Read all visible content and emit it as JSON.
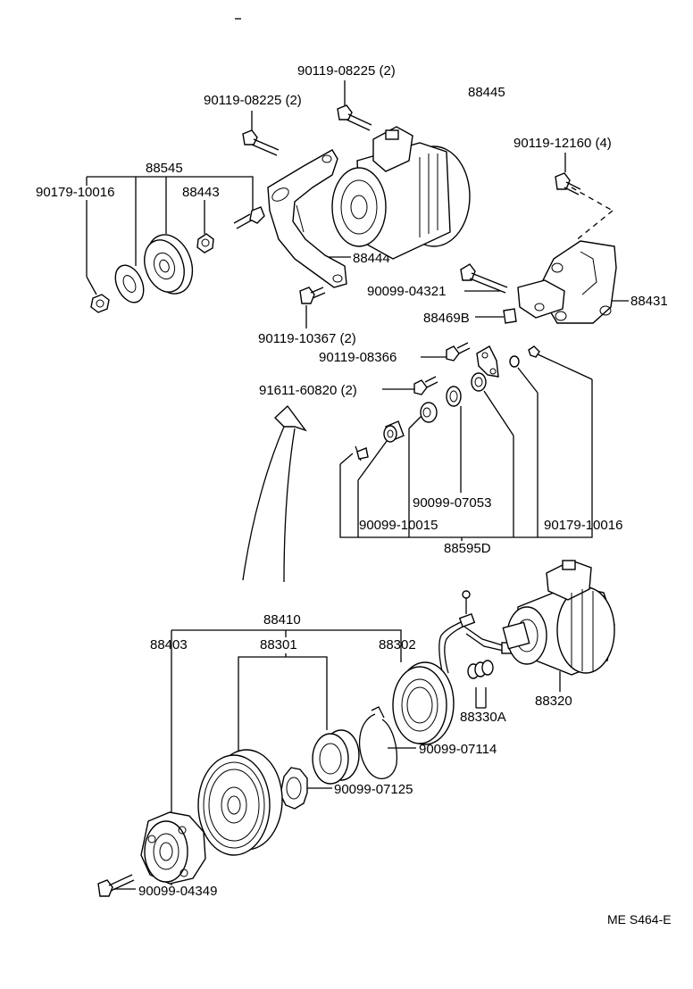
{
  "labels": {
    "bolt_top_center": "90119-08225 (2)",
    "bolt_top_left": "90119-08225 (2)",
    "part_88445": "88445",
    "bolt_top_right": "90119-12160 (4)",
    "group_88545": "88545",
    "nut_left": "90179-10016",
    "nut_88443": "88443",
    "bracket_88444": "88444",
    "bolt_90099_04321": "90099-04321",
    "bracket_88431": "88431",
    "plate_88469b": "88469B",
    "bolt_90119_10367": "90119-10367 (2)",
    "bolt_90119_08366": "90119-08366",
    "bolt_91611_60820": "91611-60820 (2)",
    "washer_90099_07053": "90099-07053",
    "spacer_90099_10015": "90099-10015",
    "nut_right": "90179-10016",
    "kit_88595d": "88595D",
    "assembly_88410": "88410",
    "plate_88403": "88403",
    "pulley_88301": "88301",
    "stator_88302": "88302",
    "compressor_88320": "88320",
    "connector_88330a": "88330A",
    "snap_ring_90099_07114": "90099-07114",
    "shim_90099_07125": "90099-07125",
    "bolt_90099_04349": "90099-04349",
    "catalog_code": "ME  S464-E"
  }
}
